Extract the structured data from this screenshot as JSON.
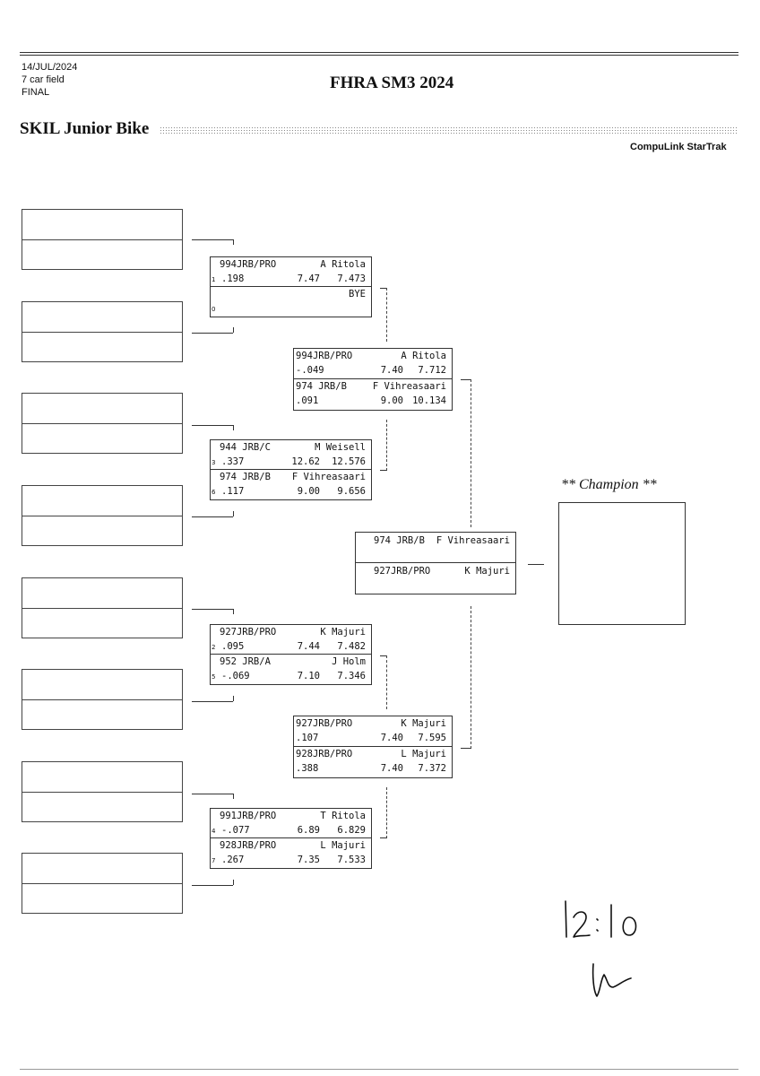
{
  "header": {
    "date": "14/JUL/2024",
    "field": "7 car field",
    "round": "FINAL",
    "title": "FHRA SM3 2024",
    "category": "SKIL Junior Bike",
    "vendor": "CompuLink StarTrak"
  },
  "round1": [
    {
      "top": {
        "lane": "1",
        "car": "994JRB/PRO",
        "driver": "A Ritola",
        "rt": ".198",
        "dial": "7.47",
        "et": "7.473"
      },
      "bottom": {
        "lane": "0",
        "car": "",
        "driver": "BYE",
        "rt": "",
        "dial": "",
        "et": ""
      }
    },
    {
      "top": {
        "lane": "3",
        "car": "944 JRB/C",
        "driver": "M Weisell",
        "rt": ".337",
        "dial": "12.62",
        "et": "12.576"
      },
      "bottom": {
        "lane": "6",
        "car": "974 JRB/B",
        "driver": "F Vihreasaari",
        "rt": ".117",
        "dial": "9.00",
        "et": "9.656"
      }
    },
    {
      "top": {
        "lane": "2",
        "car": "927JRB/PRO",
        "driver": "K Majuri",
        "rt": ".095",
        "dial": "7.44",
        "et": "7.482"
      },
      "bottom": {
        "lane": "5",
        "car": "952 JRB/A",
        "driver": "J Holm",
        "rt": "-.069",
        "dial": "7.10",
        "et": "7.346"
      }
    },
    {
      "top": {
        "lane": "4",
        "car": "991JRB/PRO",
        "driver": "T Ritola",
        "rt": "-.077",
        "dial": "6.89",
        "et": "6.829"
      },
      "bottom": {
        "lane": "7",
        "car": "928JRB/PRO",
        "driver": "L Majuri",
        "rt": ".267",
        "dial": "7.35",
        "et": "7.533"
      }
    }
  ],
  "round2": [
    {
      "top": {
        "car": "994JRB/PRO",
        "driver": "A Ritola",
        "rt": "-.049",
        "dial": "7.40",
        "et": "7.712"
      },
      "bottom": {
        "car": "974 JRB/B",
        "driver": "F Vihreasaari",
        "rt": ".091",
        "dial": "9.00",
        "et": "10.134"
      }
    },
    {
      "top": {
        "car": "927JRB/PRO",
        "driver": "K Majuri",
        "rt": ".107",
        "dial": "7.40",
        "et": "7.595"
      },
      "bottom": {
        "car": "928JRB/PRO",
        "driver": "L Majuri",
        "rt": ".388",
        "dial": "7.40",
        "et": "7.372"
      }
    }
  ],
  "final": {
    "top": {
      "car": "974 JRB/B",
      "driver": "F Vihreasaari"
    },
    "bottom": {
      "car": "927JRB/PRO",
      "driver": "K Majuri"
    }
  },
  "champion": {
    "title": "** Champion **"
  },
  "handwriting": {
    "time": "12:10",
    "initials": "signature"
  }
}
